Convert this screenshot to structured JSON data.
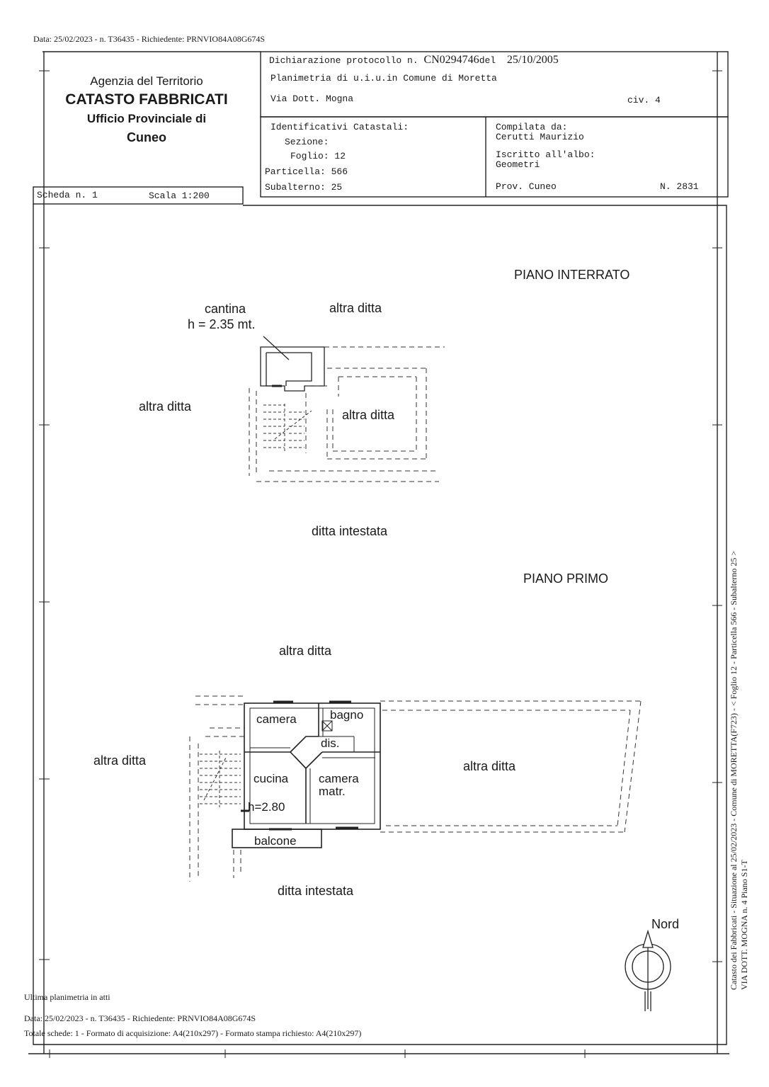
{
  "top_meta": "Data: 25/02/2023 - n. T36435 - Richiedente: PRNVIO84A08G674S",
  "agency": {
    "line1": "Agenzia del Territorio",
    "line2": "CATASTO FABBRICATI",
    "line3": "Ufficio Provinciale di",
    "line4": "Cuneo"
  },
  "header": {
    "protocol_prefix": "Dichiarazione protocollo n.",
    "protocol_number": "CN0294746",
    "protocol_del": "del",
    "protocol_date": "25/10/2005",
    "planimetria": "Planimetria di u.i.u.in Comune di Moretta",
    "via": "Via Dott. Mogna",
    "civ": "civ. 4"
  },
  "identificativi": {
    "title": "Identificativi Catastali:",
    "sezione": "Sezione:",
    "foglio": "Foglio: 12",
    "particella": "Particella: 566",
    "subalterno": "Subalterno: 25"
  },
  "compilata": {
    "title": "Compilata da:",
    "name": "Cerutti Maurizio",
    "iscritto": "Iscritto all'albo:",
    "albo": "Geometri",
    "prov": "Prov. Cuneo",
    "numero": "N.  2831"
  },
  "scheda": {
    "scheda": "Scheda n. 1",
    "scala": "Scala 1:200"
  },
  "plan": {
    "piano_interrato": "PIANO INTERRATO",
    "cantina": "cantina",
    "cantina_h": "h = 2.35 mt.",
    "altra_ditta_1": "altra ditta",
    "altra_ditta_2": "altra ditta",
    "altra_ditta_3": "altra ditta",
    "ditta_intestata_1": "ditta intestata",
    "piano_primo": "PIANO PRIMO",
    "altra_ditta_4": "altra ditta",
    "altra_ditta_5": "altra ditta",
    "altra_ditta_6": "altra ditta",
    "camera": "camera",
    "bagno": "bagno",
    "dis": "dis.",
    "cucina": "cucina",
    "cucina_h": "h=2.80",
    "camera_matr_1": "camera",
    "camera_matr_2": "matr.",
    "balcone": "balcone",
    "ditta_intestata_2": "ditta intestata",
    "nord": "Nord"
  },
  "side": {
    "line1": "Catasto dei Fabbricati - Situazione al 25/02/2023 - Comune di MORETTA(F723) - < Foglio 12 - Particella  566 - Subalterno 25 >",
    "line2": "VIA DOTT. MOGNA n. 4 Piano S1-T"
  },
  "footer": {
    "ultima": "Ultima planimetria in atti",
    "data": "Data: 25/02/2023 - n. T36435 - Richiedente: PRNVIO84A08G674S",
    "totale": "Totale schede: 1 - Formato di acquisizione: A4(210x297)  - Formato stampa richiesto: A4(210x297)"
  }
}
